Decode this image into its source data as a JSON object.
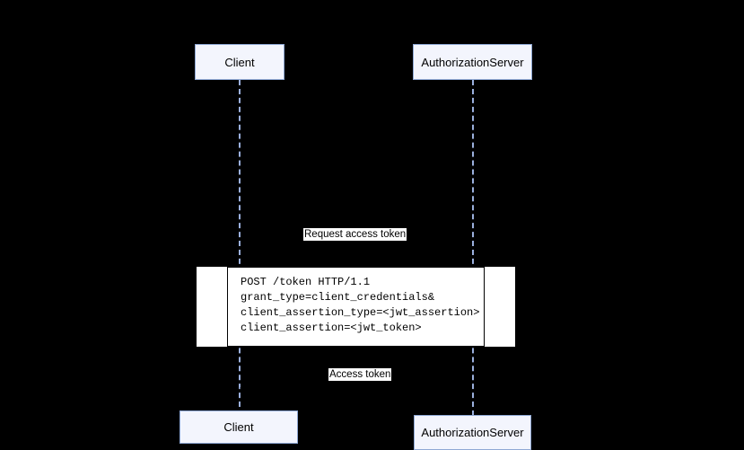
{
  "diagram": {
    "type": "sequence-diagram",
    "background_color": "#000000",
    "participant_fill": "#f3f5fd",
    "participant_border": "#8fa8d4",
    "lifeline_color": "#9bb0dd",
    "note_fill": "#ffffff",
    "note_border": "#000000",
    "label_fill": "#ffffff",
    "text_color": "#000000"
  },
  "participants": [
    {
      "id": "client",
      "label": "Client"
    },
    {
      "id": "authorization_server",
      "label": "AuthorizationServer"
    }
  ],
  "participants_bottom": [
    {
      "id": "client_bottom",
      "label": "Client"
    },
    {
      "id": "authorization_server_bottom",
      "label": "AuthorizationServer"
    }
  ],
  "messages": [
    {
      "id": "request_access_token",
      "label": "Request access token",
      "from": "client",
      "to": "authorization_server",
      "direction": "right"
    },
    {
      "id": "access_token",
      "label": "Access token",
      "from": "authorization_server",
      "to": "client",
      "direction": "left"
    }
  ],
  "note": {
    "id": "token_request_note",
    "lines": [
      "POST /token HTTP/1.1",
      "grant_type=client_credentials&",
      "client_assertion_type=<jwt_assertion>",
      "client_assertion=<jwt_token>"
    ],
    "text": "POST /token HTTP/1.1\ngrant_type=client_credentials&\nclient_assertion_type=<jwt_assertion>\nclient_assertion=<jwt_token>"
  }
}
